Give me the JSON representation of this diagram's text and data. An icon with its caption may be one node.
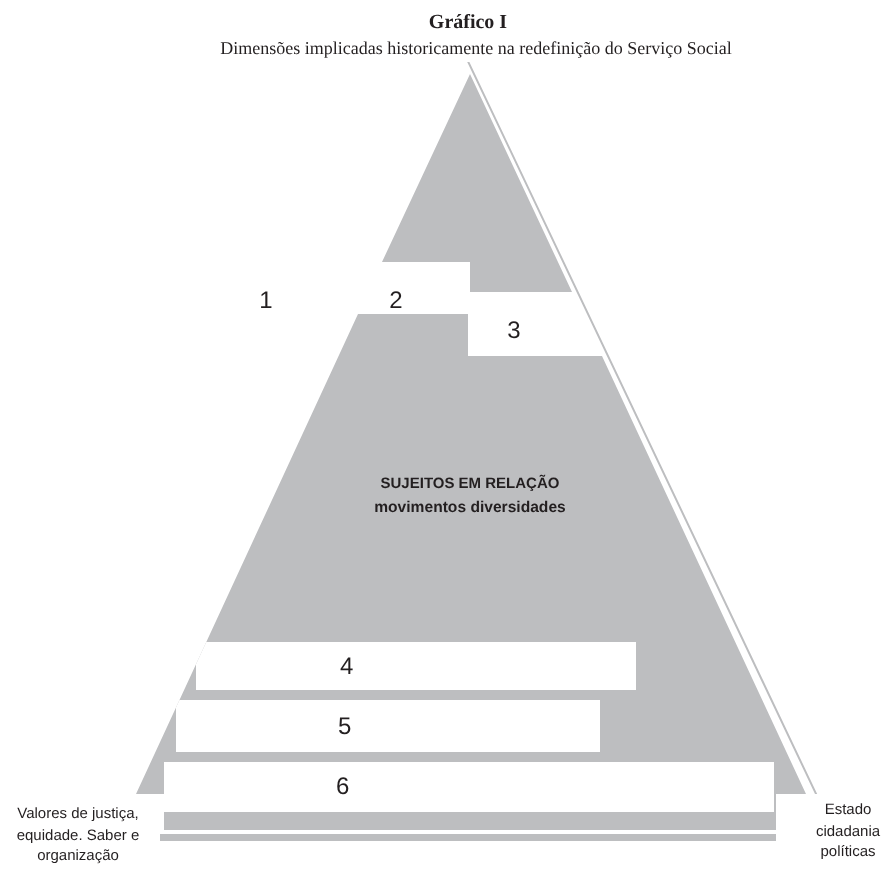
{
  "diagram": {
    "title": "Gráfico I",
    "caption": "Dimensões implicadas historicamente na redefinição do Serviço Social",
    "nodes": [
      {
        "text": [
          "SUJEITOS EM RELAÇÃO",
          "movimentos diversidades"
        ]
      },
      {
        "text": [
          "4"
        ],
        "in": 0
      },
      {
        "text": [
          "5"
        ],
        "in": 0
      },
      {
        "text": [
          "6"
        ],
        "in": 0
      }
    ],
    "labels": [
      "1",
      "2",
      "3",
      "Valores de justiça, equidade. Saber e organização",
      "Estado cidadania políticas"
    ]
  }
}
